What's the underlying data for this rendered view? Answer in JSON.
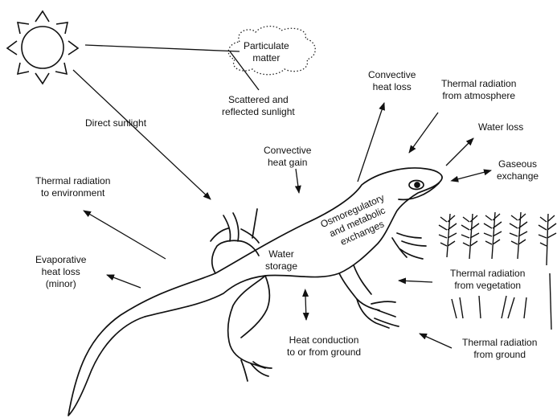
{
  "labels": {
    "particulate": [
      "Particulate",
      "matter"
    ],
    "direct_sunlight": [
      "Direct sunlight"
    ],
    "scattered": [
      "Scattered and",
      "reflected sunlight"
    ],
    "convective_gain": [
      "Convective",
      "heat gain"
    ],
    "convective_loss": [
      "Convective",
      "heat loss"
    ],
    "thermal_atmosphere": [
      "Thermal radiation",
      "from atmosphere"
    ],
    "water_loss": [
      "Water loss"
    ],
    "gaseous": [
      "Gaseous",
      "exchange"
    ],
    "thermal_environment": [
      "Thermal radiation",
      "to environment"
    ],
    "evaporative": [
      "Evaporative",
      "heat loss",
      "(minor)"
    ],
    "water_storage": [
      "Water",
      "storage"
    ],
    "osmoregulatory": [
      "Osmoregulatory",
      "and metabolic",
      "exchanges"
    ],
    "thermal_vegetation": [
      "Thermal radiation",
      "from vegetation"
    ],
    "heat_conduction": [
      "Heat conduction",
      "to or from ground"
    ],
    "thermal_ground": [
      "Thermal radiation",
      "from ground"
    ]
  },
  "icons": [
    "sun-icon",
    "particulate-cloud-icon",
    "lizard-illustration",
    "vegetation-illustration"
  ]
}
